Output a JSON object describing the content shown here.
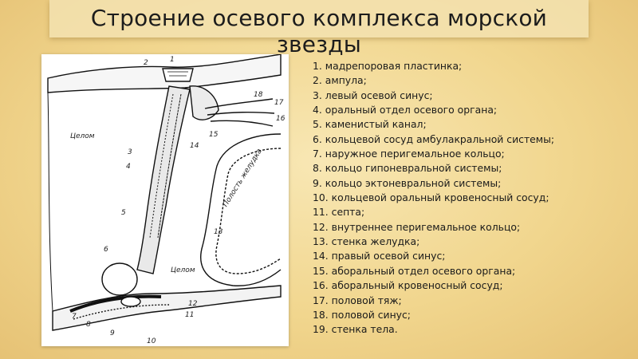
{
  "title": "Строение осевого комплекса морской звезды",
  "diagram": {
    "region_labels": {
      "coelom_left": "Целом",
      "coelom_bottom": "Целом",
      "stomach_cavity": "Полость желудка"
    },
    "numbers": [
      "1",
      "2",
      "3",
      "4",
      "5",
      "6",
      "7",
      "8",
      "9",
      "10",
      "11",
      "12",
      "13",
      "14",
      "15",
      "16",
      "17",
      "18"
    ]
  },
  "legend": [
    "1. мадрепоровая пластинка;",
    "2. ампула;",
    "3. левый осевой синус;",
    "4. оральный отдел осевого органа;",
    "5. каменистый канал;",
    "6. кольцевой сосуд амбулакральной системы;",
    "7. наружное перигемальное кольцо;",
    "8. кольцо гипоневральной системы;",
    "9. кольцо эктоневральной системы;",
    "10. кольцевой оральный кровеносный сосуд;",
    "11. септа;",
    "12. внутреннее перигемальное кольцо;",
    "13. стенка желудка;",
    "14. правый осевой синус;",
    "15. аборальный отдел осевого органа;",
    "16. аборальный кровеносный сосуд;",
    "17. половой тяж;",
    "18. половой синус;",
    "19. стенка тела."
  ]
}
